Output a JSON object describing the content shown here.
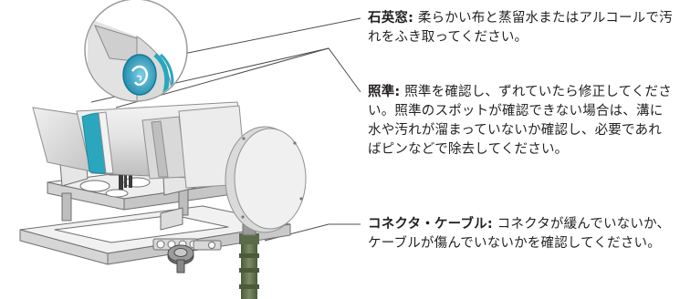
{
  "notes": [
    {
      "term": "石英窓:",
      "text": "柔らかい布と蒸留水またはアルコールで汚れをふき取ってください。"
    },
    {
      "term": "照準:",
      "text": "照準を確認し、ずれていたら修正してください。照準のスポットが確認できない場合は、溝に水や汚れが溜まっていないか確認し、必要であればピンなどで除去してください。"
    },
    {
      "term": "コネクタ・ケーブル:",
      "text": "コネクタが緩んでいないか、ケーブルが傷んでいないかを確認してください。"
    }
  ],
  "colors": {
    "text": "#231f20",
    "leader_line": "#4d4d4d",
    "accent_ring": "#2aa6bf",
    "sensor_body": "#e8e8e8",
    "cable": "#5d6e4a"
  }
}
